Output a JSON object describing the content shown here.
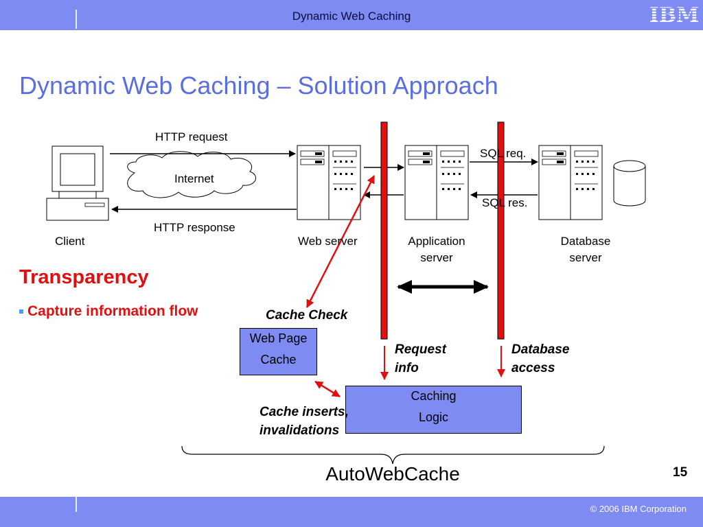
{
  "header": {
    "title": "Dynamic Web Caching",
    "logo_text": "IBM"
  },
  "slide": {
    "title": "Dynamic Web Caching – Solution Approach",
    "number": "15"
  },
  "footer": {
    "copyright": "© 2006 IBM Corporation"
  },
  "diagram": {
    "client_label": "Client",
    "internet_label": "Internet",
    "http_request": "HTTP request",
    "http_response": "HTTP response",
    "web_server_label": "Web server",
    "app_server_label_1": "Application",
    "app_server_label_2": "server",
    "db_server_label_1": "Database",
    "db_server_label_2": "server",
    "sql_req": "SQL req.",
    "sql_res": "SQL res.",
    "cache_check": "Cache Check",
    "web_page_cache_1": "Web Page",
    "web_page_cache_2": "Cache",
    "request_info_1": "Request",
    "request_info_2": "info",
    "database_access_1": "Database",
    "database_access_2": "access",
    "caching_logic_1": "Caching",
    "caching_logic_2": "Logic",
    "cache_inserts_1": "Cache inserts,",
    "cache_inserts_2": "invalidations",
    "autowebcache": "AutoWebCache"
  },
  "bullets": {
    "heading": "Transparency",
    "item_1": "Capture information flow"
  },
  "colors": {
    "bar": "#7d8bf2",
    "accent_red": "#e01010",
    "title_blue": "#5a6ee0",
    "box_fill": "#7d8bf2"
  }
}
